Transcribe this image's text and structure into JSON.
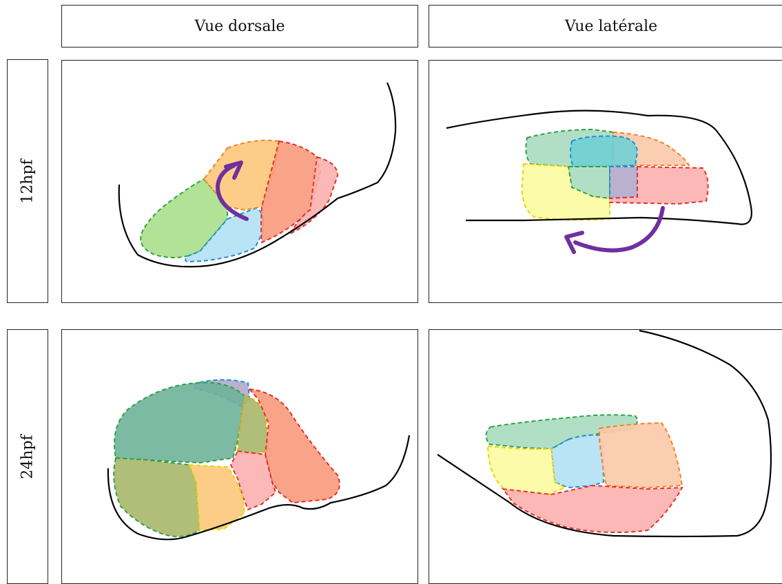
{
  "columns": {
    "dorsal": "Vue dorsale",
    "lateral": "Vue latérale"
  },
  "rows": {
    "r12": "12hpf",
    "r24": "24hpf"
  },
  "colors": {
    "green": "#a8df8a",
    "blue": "#b3e0f5",
    "orange": "#fdc87a",
    "red": "#f89a7c",
    "pink": "#fbb0ae",
    "teal": "#6fb39a",
    "olive": "#a9b76a",
    "arrow": "#7030a0",
    "yellow": "#fbfba0",
    "mint": "#a8dcc0",
    "peach": "#fbc9a8",
    "cyan": "#70cfd4"
  }
}
